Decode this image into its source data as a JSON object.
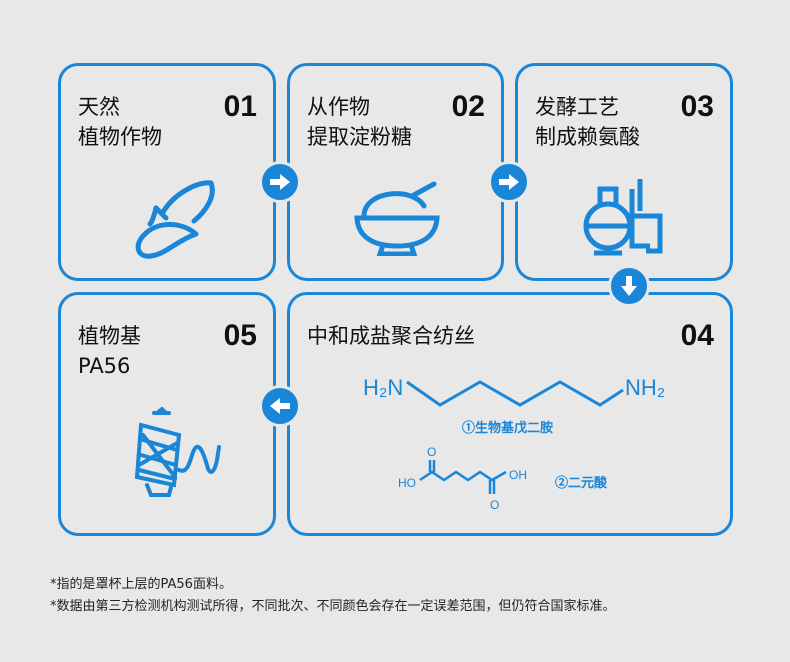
{
  "steps": [
    {
      "title": "天然\n植物作物",
      "num": "01",
      "icon": "corn-icon"
    },
    {
      "title": "从作物\n提取淀粉糖",
      "num": "02",
      "icon": "bowl-icon"
    },
    {
      "title": "发酵工艺\n制成赖氨酸",
      "num": "03",
      "icon": "factory-icon"
    },
    {
      "title": "中和成盐聚合纺丝",
      "num": "04",
      "icon": "molecule-icon"
    },
    {
      "title": "植物基\nPA56",
      "num": "05",
      "icon": "yarn-spool-icon"
    }
  ],
  "chem": {
    "h2n": "H₂N",
    "nh2": "NH₂",
    "label1": "①生物基戊二胺",
    "ho": "HO",
    "oh": "OH",
    "o": "O",
    "label2": "②二元酸"
  },
  "notes": [
    "*指的是罩杯上层的PA56面料。",
    "*数据由第三方检测机构测试所得，不同批次、不同颜色会存在一定误差范围，但仍符合国家标准。"
  ],
  "colors": {
    "accent": "#1a86d8",
    "background": "#e8e8e8"
  }
}
